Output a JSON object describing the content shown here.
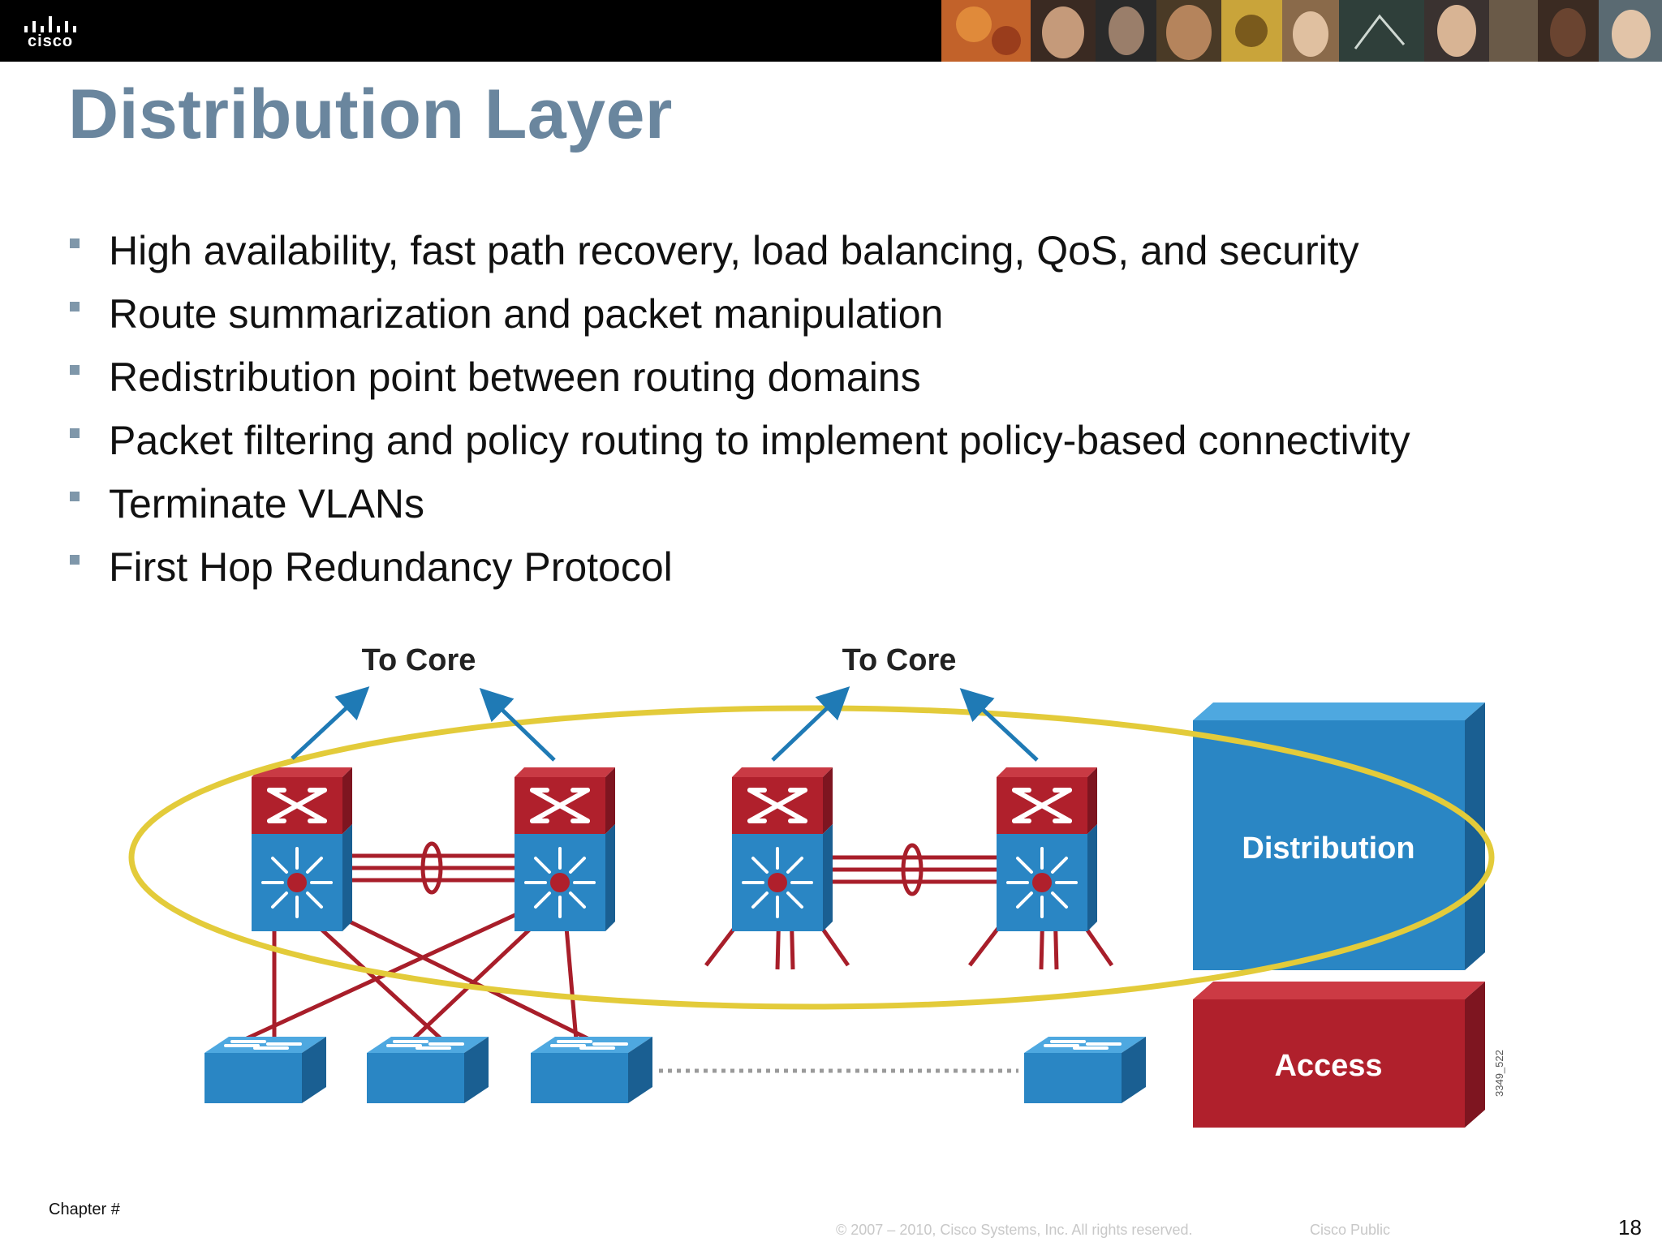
{
  "header": {
    "logo_text": "cisco",
    "photo_strip": "header-photo-collage"
  },
  "slide": {
    "title": "Distribution Layer",
    "bullets": [
      "High availability, fast path recovery, load balancing, QoS, and security",
      "Route summarization and packet manipulation",
      "Redistribution point between routing domains",
      "Packet filtering and policy routing to implement policy-based connectivity",
      "Terminate VLANs",
      "First Hop Redundancy Protocol"
    ]
  },
  "diagram": {
    "core_labels": [
      "To Core",
      "To Core"
    ],
    "distribution_label": "Distribution",
    "access_label": "Access",
    "figure_code": "3349_522",
    "colors": {
      "switch_blue": "#2a86c4",
      "router_red": "#b0202c",
      "ellipse_yellow": "#e3cb3a",
      "arrow_blue": "#1f7ab5",
      "link_red": "#a81e2a"
    },
    "icons": [
      "multilayer-switch-icon",
      "access-switch-icon",
      "uplink-arrow-icon"
    ]
  },
  "footer": {
    "chapter": "Chapter #",
    "copyright": "© 2007 – 2010, Cisco Systems, Inc. All rights reserved.",
    "classification": "Cisco Public",
    "page_number": "18"
  }
}
